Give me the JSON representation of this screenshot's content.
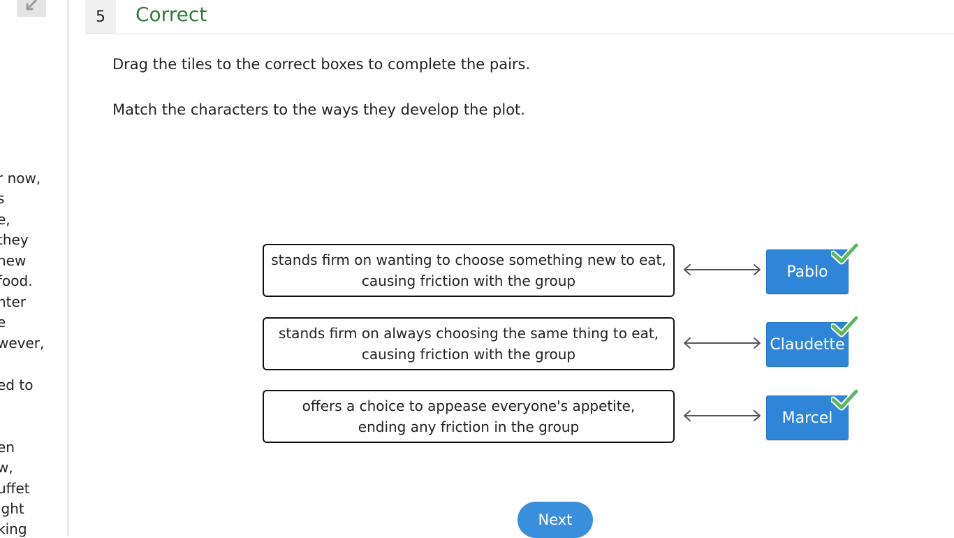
{
  "question": {
    "number": "5",
    "status": "Correct",
    "instructions": [
      "Drag the tiles to the correct boxes to complete the pairs.",
      "Match the characters to the ways they develop the plot."
    ]
  },
  "passage_fragments": [
    "r now,",
    "s",
    "e,",
    "they",
    "new",
    "food.",
    "nter",
    "e",
    "wever,",
    "",
    "ed to",
    "",
    "",
    "en",
    "w,",
    "uffet",
    "ight",
    "king"
  ],
  "pairs": [
    {
      "definition_lines": [
        "stands firm on wanting to choose something new to eat,",
        "causing friction with the group"
      ],
      "tile": "Pablo",
      "correct": true
    },
    {
      "definition_lines": [
        "stands firm on always choosing the same thing to eat,",
        "causing friction with the group"
      ],
      "tile": "Claudette",
      "correct": true
    },
    {
      "definition_lines": [
        "offers a choice to appease everyone's appetite,",
        "ending any friction in the group"
      ],
      "tile": "Marcel",
      "correct": true
    }
  ],
  "buttons": {
    "next": "Next"
  },
  "colors": {
    "correct_text": "#2f7d3c",
    "tile_blue": "#2f86d8",
    "check_green": "#5cb85c",
    "next_button": "#3a8fdc"
  },
  "icons": {
    "collapse": "collapse-arrow-icon",
    "check": "checkmark-icon",
    "connector": "double-arrow-icon"
  }
}
